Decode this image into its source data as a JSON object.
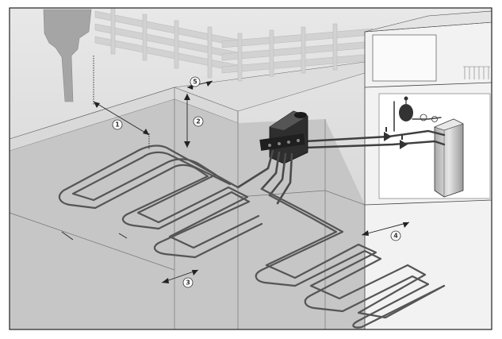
{
  "markers": [
    {
      "id": "marker-1",
      "label": "1"
    },
    {
      "id": "marker-2",
      "label": "2"
    },
    {
      "id": "marker-3",
      "label": "3"
    },
    {
      "id": "marker-4",
      "label": "4"
    },
    {
      "id": "marker-5",
      "label": "5"
    }
  ],
  "icons": [
    "tree-icon",
    "fence-icon",
    "manifold-icon",
    "heat-pump-icon",
    "expansion-vessel-icon",
    "valve-icon",
    "pressure-gauge-icon"
  ],
  "colors": {
    "frame": "#222222",
    "ground": "#c9c9c9",
    "field": "#bdbdbd",
    "pipe": "#4a4a4a",
    "building": "#f0f0f0",
    "fence": "#d4d4d4"
  }
}
